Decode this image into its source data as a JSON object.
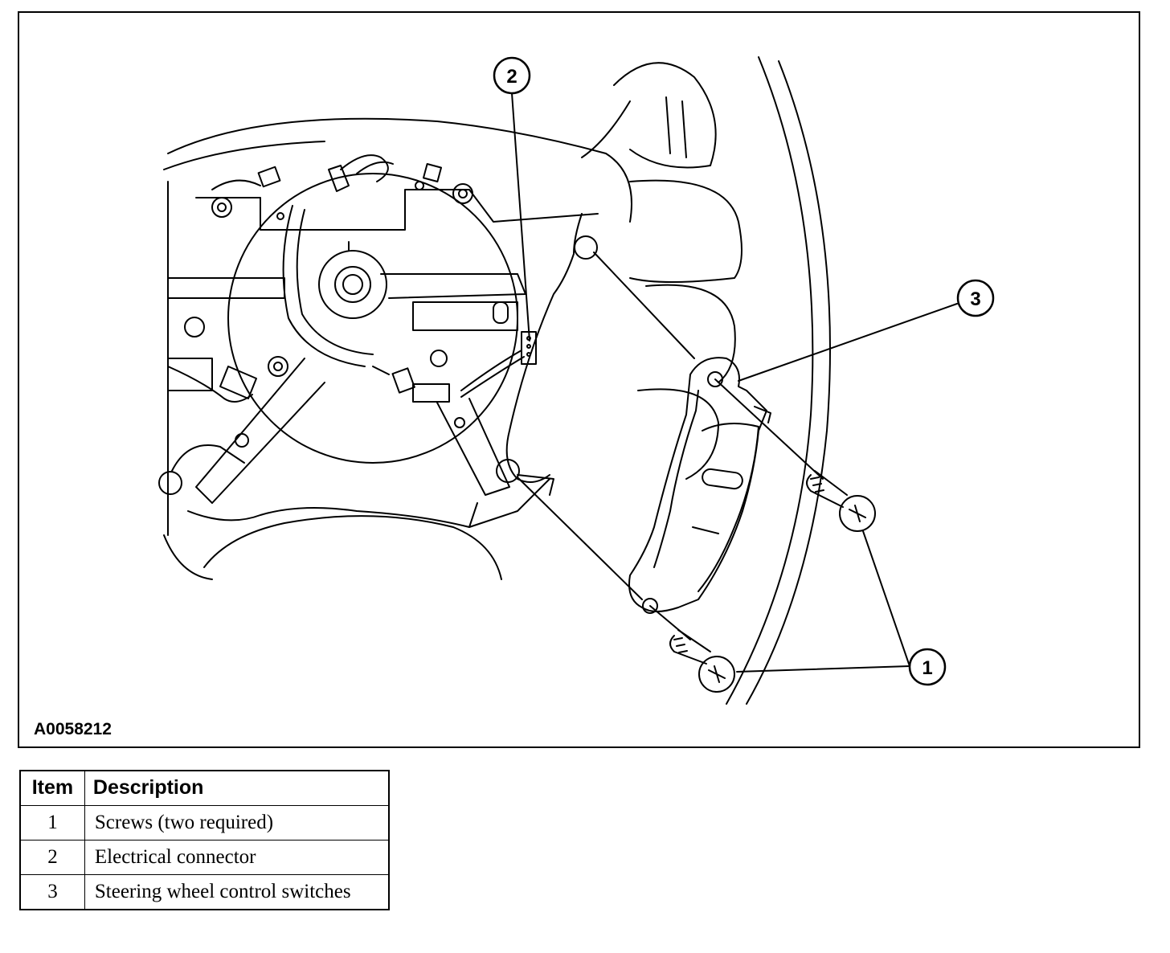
{
  "figure": {
    "id": "A0058212",
    "callouts": [
      "1",
      "2",
      "3"
    ]
  },
  "legend": {
    "headers": {
      "item": "Item",
      "description": "Description"
    },
    "rows": [
      {
        "item": "1",
        "description": "Screws (two required)"
      },
      {
        "item": "2",
        "description": "Electrical connector"
      },
      {
        "item": "3",
        "description": "Steering wheel control switches"
      }
    ]
  },
  "colors": {
    "ink": "#000000",
    "paper": "#ffffff"
  }
}
